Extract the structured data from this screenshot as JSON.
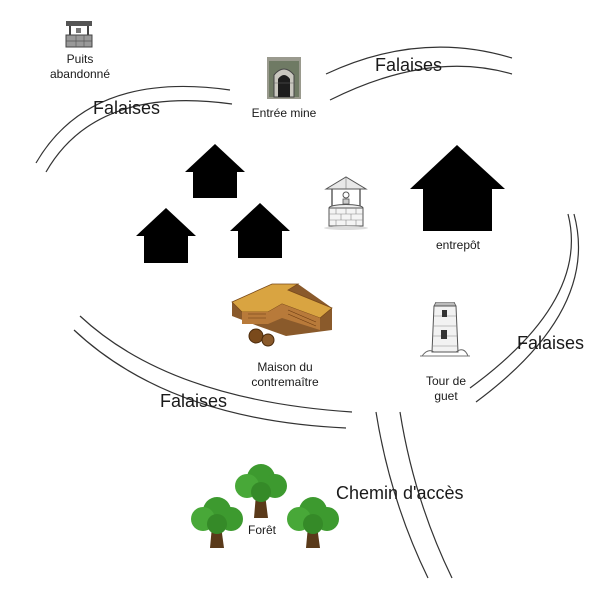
{
  "labels": {
    "puits_abandonne_l1": "Puits",
    "puits_abandonne_l2": "abandonné",
    "entree_mine": "Entrée mine",
    "falaises_top_left": "Falaises",
    "falaises_top_right": "Falaises",
    "falaises_right": "Falaises",
    "falaises_bottom": "Falaises",
    "entrepot": "entrepôt",
    "maison_l1": "Maison du",
    "maison_l2": "contremaître",
    "tour_l1": "Tour de",
    "tour_l2": "guet",
    "chemin": "Chemin d'accès",
    "foret": "Forêt"
  },
  "icons": [
    "small-well-icon",
    "mine-entrance-icon",
    "well-icon",
    "foreman-house-icon",
    "watchtower-icon",
    "tree-icon"
  ],
  "colors": {
    "building": "#000000",
    "line": "#333333",
    "roof": "#d9a441",
    "tree": "#3d9a2f"
  }
}
